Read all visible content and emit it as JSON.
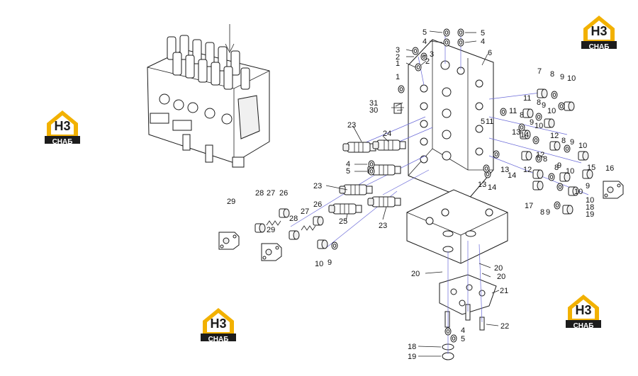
{
  "diagram": {
    "colors": {
      "logo_gold": "#f2b100",
      "logo_dark": "#1c1c1c",
      "leader_blue": "#6a6ad8",
      "ink": "#1a1a1a"
    },
    "logo": {
      "top": "H3",
      "bottom": "СНАБ"
    },
    "labels": {
      "l1a": "1",
      "l1b": "1",
      "l2a": "2",
      "l2b": "2",
      "l3a": "3",
      "l3b": "3",
      "l4a": "4",
      "l4b": "4",
      "l4c": "4",
      "l4d": "4",
      "l5a": "5",
      "l5b": "5",
      "l5c": "5",
      "l5d": "5",
      "l5e": "5",
      "l6": "6",
      "l7": "7",
      "l8a": "8",
      "l8b": "8",
      "l8c": "8",
      "l8d": "8",
      "l8e": "8",
      "l8f": "8",
      "l8g": "8",
      "l9a": "9",
      "l9b": "9",
      "l9c": "9",
      "l9d": "9",
      "l9e": "9",
      "l9f": "9",
      "l9g": "9",
      "l9h": "9",
      "l10a": "10",
      "l10b": "10",
      "l10c": "10",
      "l10d": "10",
      "l10e": "10",
      "l10f": "10",
      "l10g": "10",
      "l10h": "10",
      "l11a": "11",
      "l11b": "11",
      "l11c": "11",
      "l12a": "12",
      "l12b": "12",
      "l12c": "12",
      "l13a": "13",
      "l13b": "13",
      "l13c": "13",
      "l14a": "14",
      "l14b": "14",
      "l14c": "14",
      "l15": "15",
      "l16": "16",
      "l17": "17",
      "l18a": "18",
      "l18b": "18",
      "l19a": "19",
      "l19b": "19",
      "l20a": "20",
      "l20b": "20",
      "l20c": "20",
      "l21": "21",
      "l22": "22",
      "l23a": "23",
      "l23b": "23",
      "l23c": "23",
      "l24": "24",
      "l25": "25",
      "l26a": "26",
      "l26b": "26",
      "l27a": "27",
      "l27b": "27",
      "l28a": "28",
      "l28b": "28",
      "l29a": "29",
      "l29b": "29",
      "l30": "30",
      "l31": "31"
    }
  }
}
